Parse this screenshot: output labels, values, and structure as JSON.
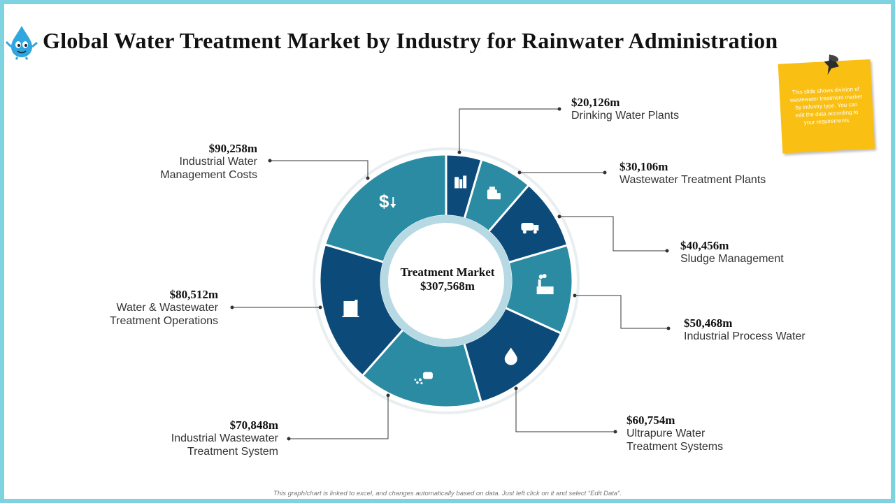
{
  "page": {
    "title": "Global Water Treatment Market by Industry for Rainwater Administration",
    "footer": "This graph/chart is linked to excel, and changes automatically based on data. Just left click on it and select “Edit Data”.",
    "note": "This slide shows division of wastewater treatment market by industry type. You can edit the data according to your requirements."
  },
  "colors": {
    "dark": "#0c4a7a",
    "teal": "#2a8ba3",
    "inner_ring": "#7fb9cb",
    "accent_border": "#7fd3e0",
    "note": "#f9bf13"
  },
  "chart_data": {
    "type": "pie",
    "style": "donut",
    "center_title": "Treatment Market",
    "center_value": "$307,568m",
    "total": 307568,
    "series": [
      {
        "name": "Drinking Water Plants",
        "value": 20126,
        "label": "$20,126m",
        "icon": "city-buildings-icon",
        "color": "#0c4a7a"
      },
      {
        "name": "Wastewater Treatment Plants",
        "value": 30106,
        "label": "$30,106m",
        "icon": "water-tank-icon",
        "color": "#2a8ba3"
      },
      {
        "name": "Sludge Management",
        "value": 40456,
        "label": "$40,456m",
        "icon": "garbage-truck-icon",
        "color": "#0c4a7a"
      },
      {
        "name": "Industrial Process Water",
        "value": 50468,
        "label": "$50,468m",
        "icon": "factory-icon",
        "color": "#2a8ba3"
      },
      {
        "name": "Ultrapure Water Treatment Systems",
        "value": 60754,
        "label": "$60,754m",
        "icon": "water-drop-icon",
        "color": "#0c4a7a"
      },
      {
        "name": "Industrial Wastewater Treatment System",
        "value": 70848,
        "label": "$70,848m",
        "icon": "outflow-pipe-icon",
        "color": "#2a8ba3"
      },
      {
        "name": "Water & Wastewater Treatment Operations",
        "value": 80512,
        "label": "$80,512m",
        "icon": "storage-tank-icon",
        "color": "#0c4a7a"
      },
      {
        "name": "Industrial Water Management Costs",
        "value": 90258,
        "label": "$90,258m",
        "icon": "dollar-down-icon",
        "color": "#2a8ba3"
      }
    ]
  },
  "labels": [
    {
      "value": "$20,126m",
      "name": "Drinking Water Plants"
    },
    {
      "value": "$30,106m",
      "name": "Wastewater Treatment Plants"
    },
    {
      "value": "$40,456m",
      "name": "Sludge Management"
    },
    {
      "value": "$50,468m",
      "name": "Industrial Process Water"
    },
    {
      "value": "$60,754m",
      "name": "Ultrapure Water\nTreatment Systems"
    },
    {
      "value": "$70,848m",
      "name": "Industrial Wastewater\nTreatment System"
    },
    {
      "value": "$80,512m",
      "name": "Water & Wastewater\nTreatment Operations"
    },
    {
      "value": "$90,258m",
      "name": "Industrial Water\nManagement Costs"
    }
  ]
}
